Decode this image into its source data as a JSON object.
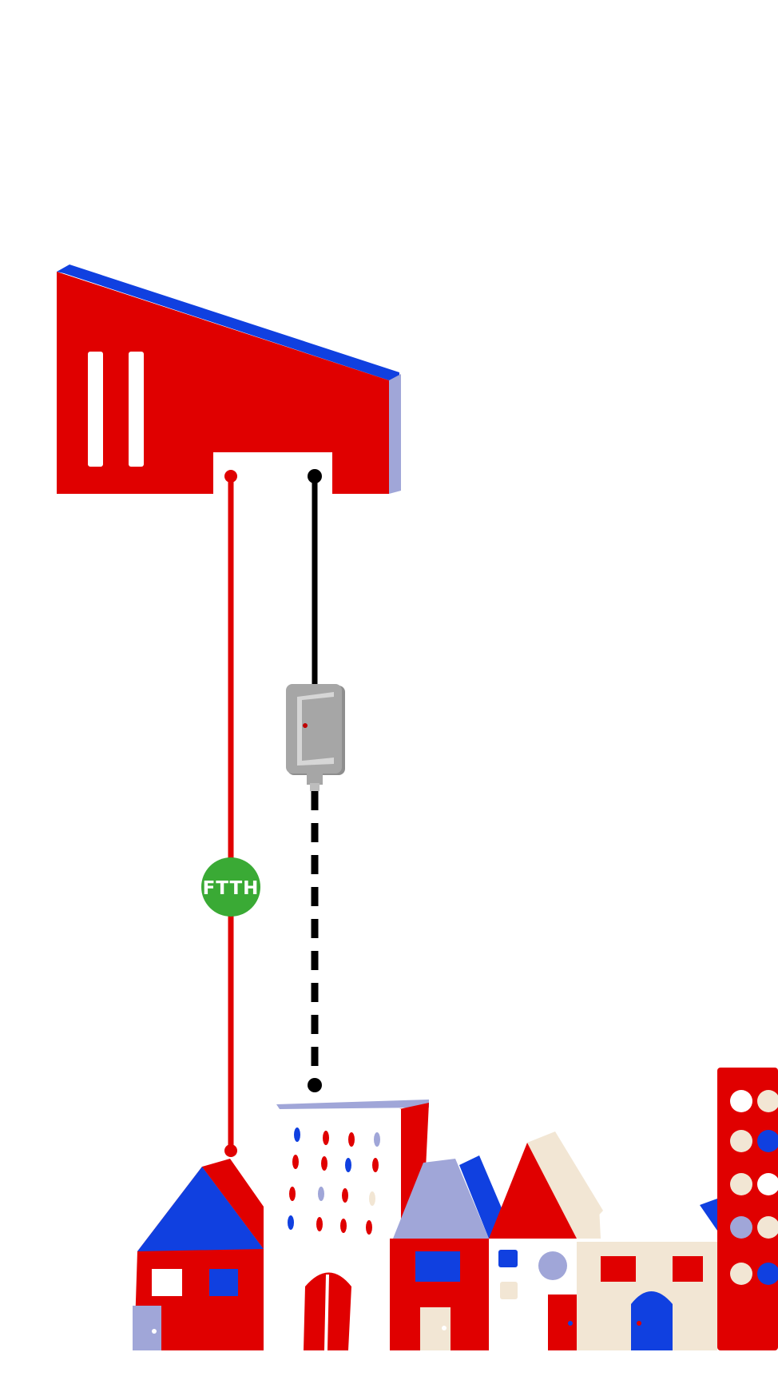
{
  "diagram": {
    "badge": {
      "label": "FTTH",
      "color": "#3aaa35"
    },
    "colors": {
      "red": "#e00000",
      "blue": "#1040e0",
      "lavender": "#a0a6d8",
      "cream": "#f2e6d4",
      "grey": "#a4a4a4",
      "black": "#000000"
    },
    "links": [
      {
        "name": "fiber-line",
        "style": "solid",
        "color": "red"
      },
      {
        "name": "copper-line",
        "style": "solid-then-dashed",
        "color": "black"
      }
    ],
    "icons": [
      "central-office-building",
      "distribution-box",
      "town-buildings"
    ]
  }
}
